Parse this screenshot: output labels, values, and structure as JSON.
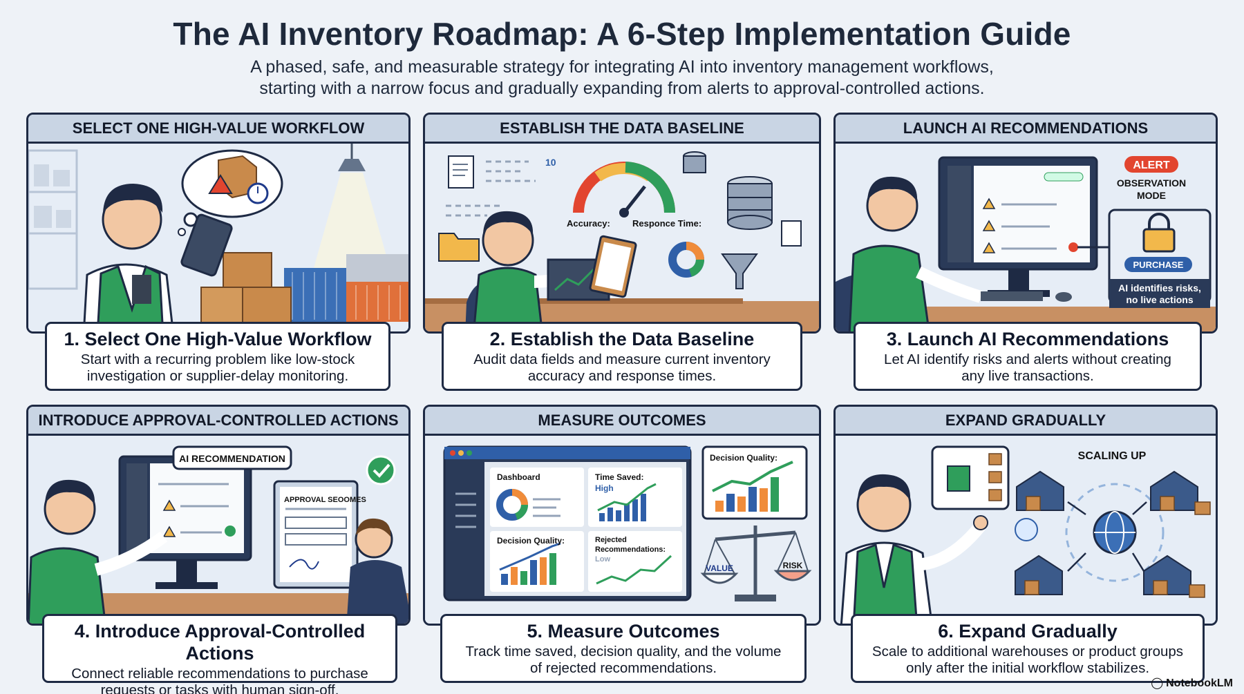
{
  "header": {
    "title": "The AI Inventory Roadmap: A 6-Step Implementation Guide",
    "subtitle_line1": "A phased, safe, and measurable strategy for integrating AI into inventory management workflows,",
    "subtitle_line2": "starting with a narrow focus and gradually expanding from alerts to approval-controlled actions."
  },
  "steps": [
    {
      "header": "SELECT ONE HIGH-VALUE WORKFLOW",
      "title": "1. Select One High-Value Workflow",
      "desc_line1": "Start with a recurring problem like low-stock",
      "desc_line2": "investigation or supplier-delay monitoring."
    },
    {
      "header": "ESTABLISH THE DATA BASELINE",
      "title": "2. Establish the Data Baseline",
      "desc_line1": "Audit data fields and measure current inventory",
      "desc_line2": "accuracy and response times.",
      "art": {
        "accuracy": "Accuracy:",
        "response": "Responce Time:",
        "num": "10"
      }
    },
    {
      "header": "LAUNCH AI RECOMMENDATIONS",
      "title": "3. Launch AI Recommendations",
      "desc_line1": "Let AI identify risks and alerts without creating",
      "desc_line2": "any live transactions.",
      "art": {
        "alert": "ALERT",
        "mode_line1": "OBSERVATION",
        "mode_line2": "MODE",
        "purchase": "PURCHASE",
        "note_line1": "AI identifies risks,",
        "note_line2": "no live actions"
      }
    },
    {
      "header": "INTRODUCE APPROVAL-CONTROLLED ACTIONS",
      "title": "4. Introduce Approval-Controlled Actions",
      "desc_line1": "Connect reliable recommendations to purchase",
      "desc_line2": "requests or tasks with human sign-off.",
      "art": {
        "bubble": "AI RECOMMENDATION",
        "doc": "APPROVAL SEOOMES"
      }
    },
    {
      "header": "MEASURE OUTCOMES",
      "title": "5. Measure Outcomes",
      "desc_line1": "Track time saved, decision quality, and the volume",
      "desc_line2": "of rejected recommendations.",
      "art": {
        "dashboard": "Dashboard",
        "time_saved": "Time Saved:",
        "high": "High",
        "decision_quality": "Decision Quality:",
        "rejected_line1": "Rejected",
        "rejected_line2": "Recommendations:",
        "low": "Low",
        "decision_quality_2": "Decision Quality:",
        "value": "VALUE",
        "risk": "RISK"
      }
    },
    {
      "header": "EXPAND GRADUALLY",
      "title": "6. Expand Gradually",
      "desc_line1": "Scale to additional warehouses or product groups",
      "desc_line2": "only after the initial workflow stabilizes.",
      "art": {
        "scaling": "SCALING UP"
      }
    }
  ],
  "watermark": "NotebookLM",
  "colors": {
    "navy": "#1e2a44",
    "vest_green": "#2f9e5b",
    "box_brown": "#c98a4b",
    "alert_red": "#e2452f",
    "accent_blue": "#2f5fa8"
  }
}
